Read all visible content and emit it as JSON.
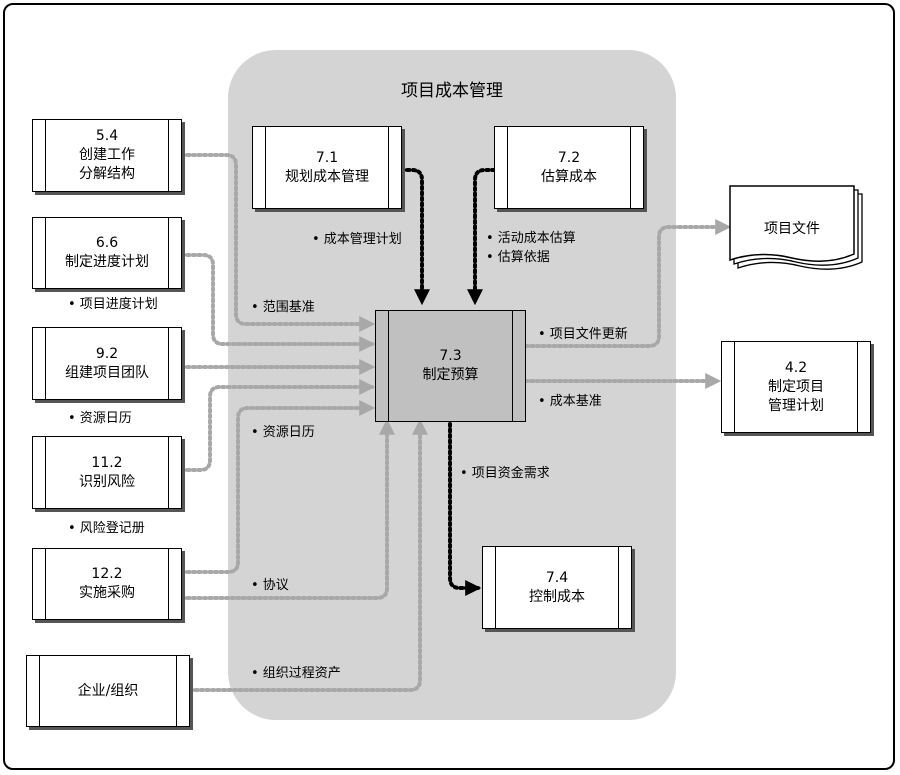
{
  "title": "项目成本管理",
  "processes": {
    "p54": {
      "num": "5.4",
      "name1": "创建工作",
      "name2": "分解结构"
    },
    "p66": {
      "num": "6.6",
      "name1": "制定进度计划"
    },
    "p92": {
      "num": "9.2",
      "name1": "组建项目团队"
    },
    "p112": {
      "num": "11.2",
      "name1": "识别风险"
    },
    "p122": {
      "num": "12.2",
      "name1": "实施采购"
    },
    "enterprise": {
      "name1": "企业/组织"
    },
    "p71": {
      "num": "7.1",
      "name1": "规划成本管理"
    },
    "p72": {
      "num": "7.2",
      "name1": "估算成本"
    },
    "p73": {
      "num": "7.3",
      "name1": "制定预算"
    },
    "p74": {
      "num": "7.4",
      "name1": "控制成本"
    },
    "p42": {
      "num": "4.2",
      "name1": "制定项目",
      "name2": "管理计划"
    },
    "docs": {
      "name1": "项目文件"
    }
  },
  "labels": {
    "cost_mgmt_plan": "• 成本管理计划",
    "activity_cost": "• 活动成本估算",
    "basis": "• 估算依据",
    "scope_baseline": "• 范围基准",
    "schedule": "• 项目进度计划",
    "calendar_left": "• 资源日历",
    "calendar_mid": "• 资源日历",
    "risk_register": "• 风险登记册",
    "agreements": "• 协议",
    "opa": "• 组织过程资产",
    "doc_updates": "• 项目文件更新",
    "cost_baseline": "• 成本基准",
    "funding": "• 项目资金需求"
  },
  "colors": {
    "region": "#d4d4d4",
    "dotted_arrow": "#a8a8a8",
    "black_arrow": "#000000",
    "central_box": "#c0c0c0"
  }
}
